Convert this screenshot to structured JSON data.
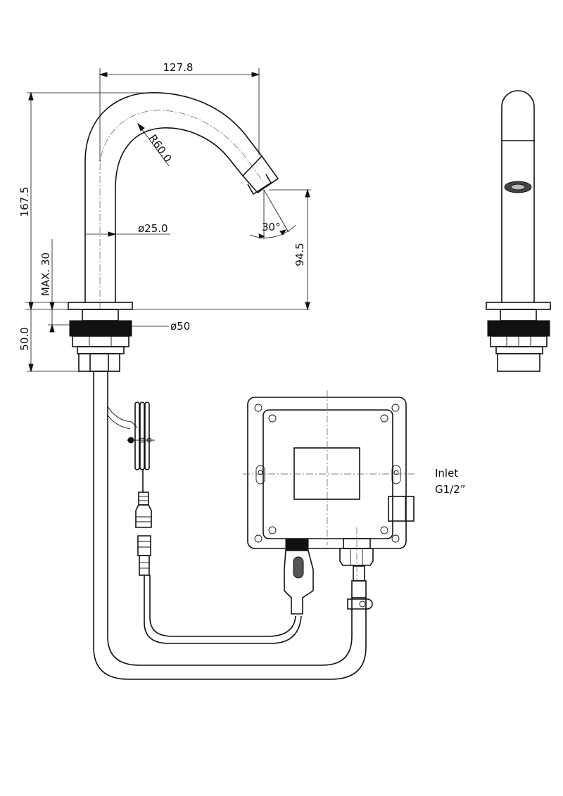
{
  "dimensions": {
    "width_top": "127.8",
    "height_total": "167.5",
    "radius": "R60.0",
    "diameter_spout": "ø25.0",
    "angle": "30°",
    "height_outlet": "94.5",
    "max_deck": "MAX. 30",
    "shank_length": "50.0",
    "diameter_base": "ø50"
  },
  "inlet": {
    "line1": "Inlet",
    "line2": "G1/2”"
  }
}
